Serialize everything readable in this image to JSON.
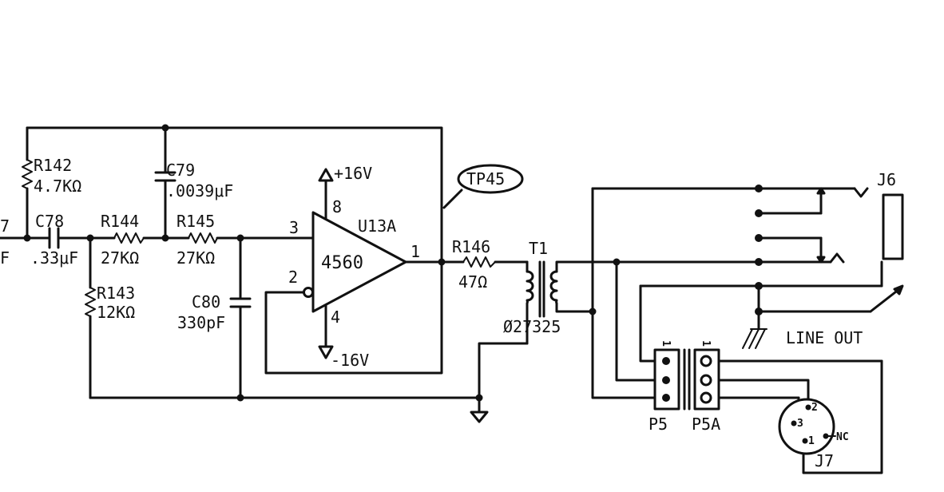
{
  "colors": {
    "ink": "#111111",
    "paper": "#ffffff"
  },
  "components": {
    "R142": {
      "ref": "R142",
      "value": "4.7KΩ"
    },
    "C79": {
      "ref": "C79",
      "value": ".0039μF"
    },
    "C78": {
      "ref": "C78",
      "value": ".33μF"
    },
    "R144": {
      "ref": "R144",
      "value": "27KΩ"
    },
    "R145": {
      "ref": "R145",
      "value": "27KΩ"
    },
    "R143": {
      "ref": "R143",
      "value": "12KΩ"
    },
    "C80": {
      "ref": "C80",
      "value": "330pF"
    },
    "U13A": {
      "ref": "U13A",
      "part": "4560",
      "pin_plus": "3",
      "pin_minus": "2",
      "pin_out": "1",
      "pin_vpos": "8",
      "pin_vneg": "4",
      "vpos": "+16V",
      "vneg": "-16V"
    },
    "TP45": {
      "ref": "TP45"
    },
    "R146": {
      "ref": "R146",
      "value": "47Ω"
    },
    "T1": {
      "ref": "T1",
      "part": "Ø27325"
    },
    "J6": {
      "ref": "J6",
      "label": "LINE OUT"
    },
    "P5": {
      "ref": "P5",
      "pin1": "1"
    },
    "P5A": {
      "ref": "P5A",
      "pin1": "1"
    },
    "J7": {
      "ref": "J7",
      "pin1": "1",
      "pin2": "2",
      "pin3": "3",
      "nc": "NC"
    }
  },
  "partial_left": {
    "ref_fragment": "7",
    "value_fragment": "F"
  }
}
